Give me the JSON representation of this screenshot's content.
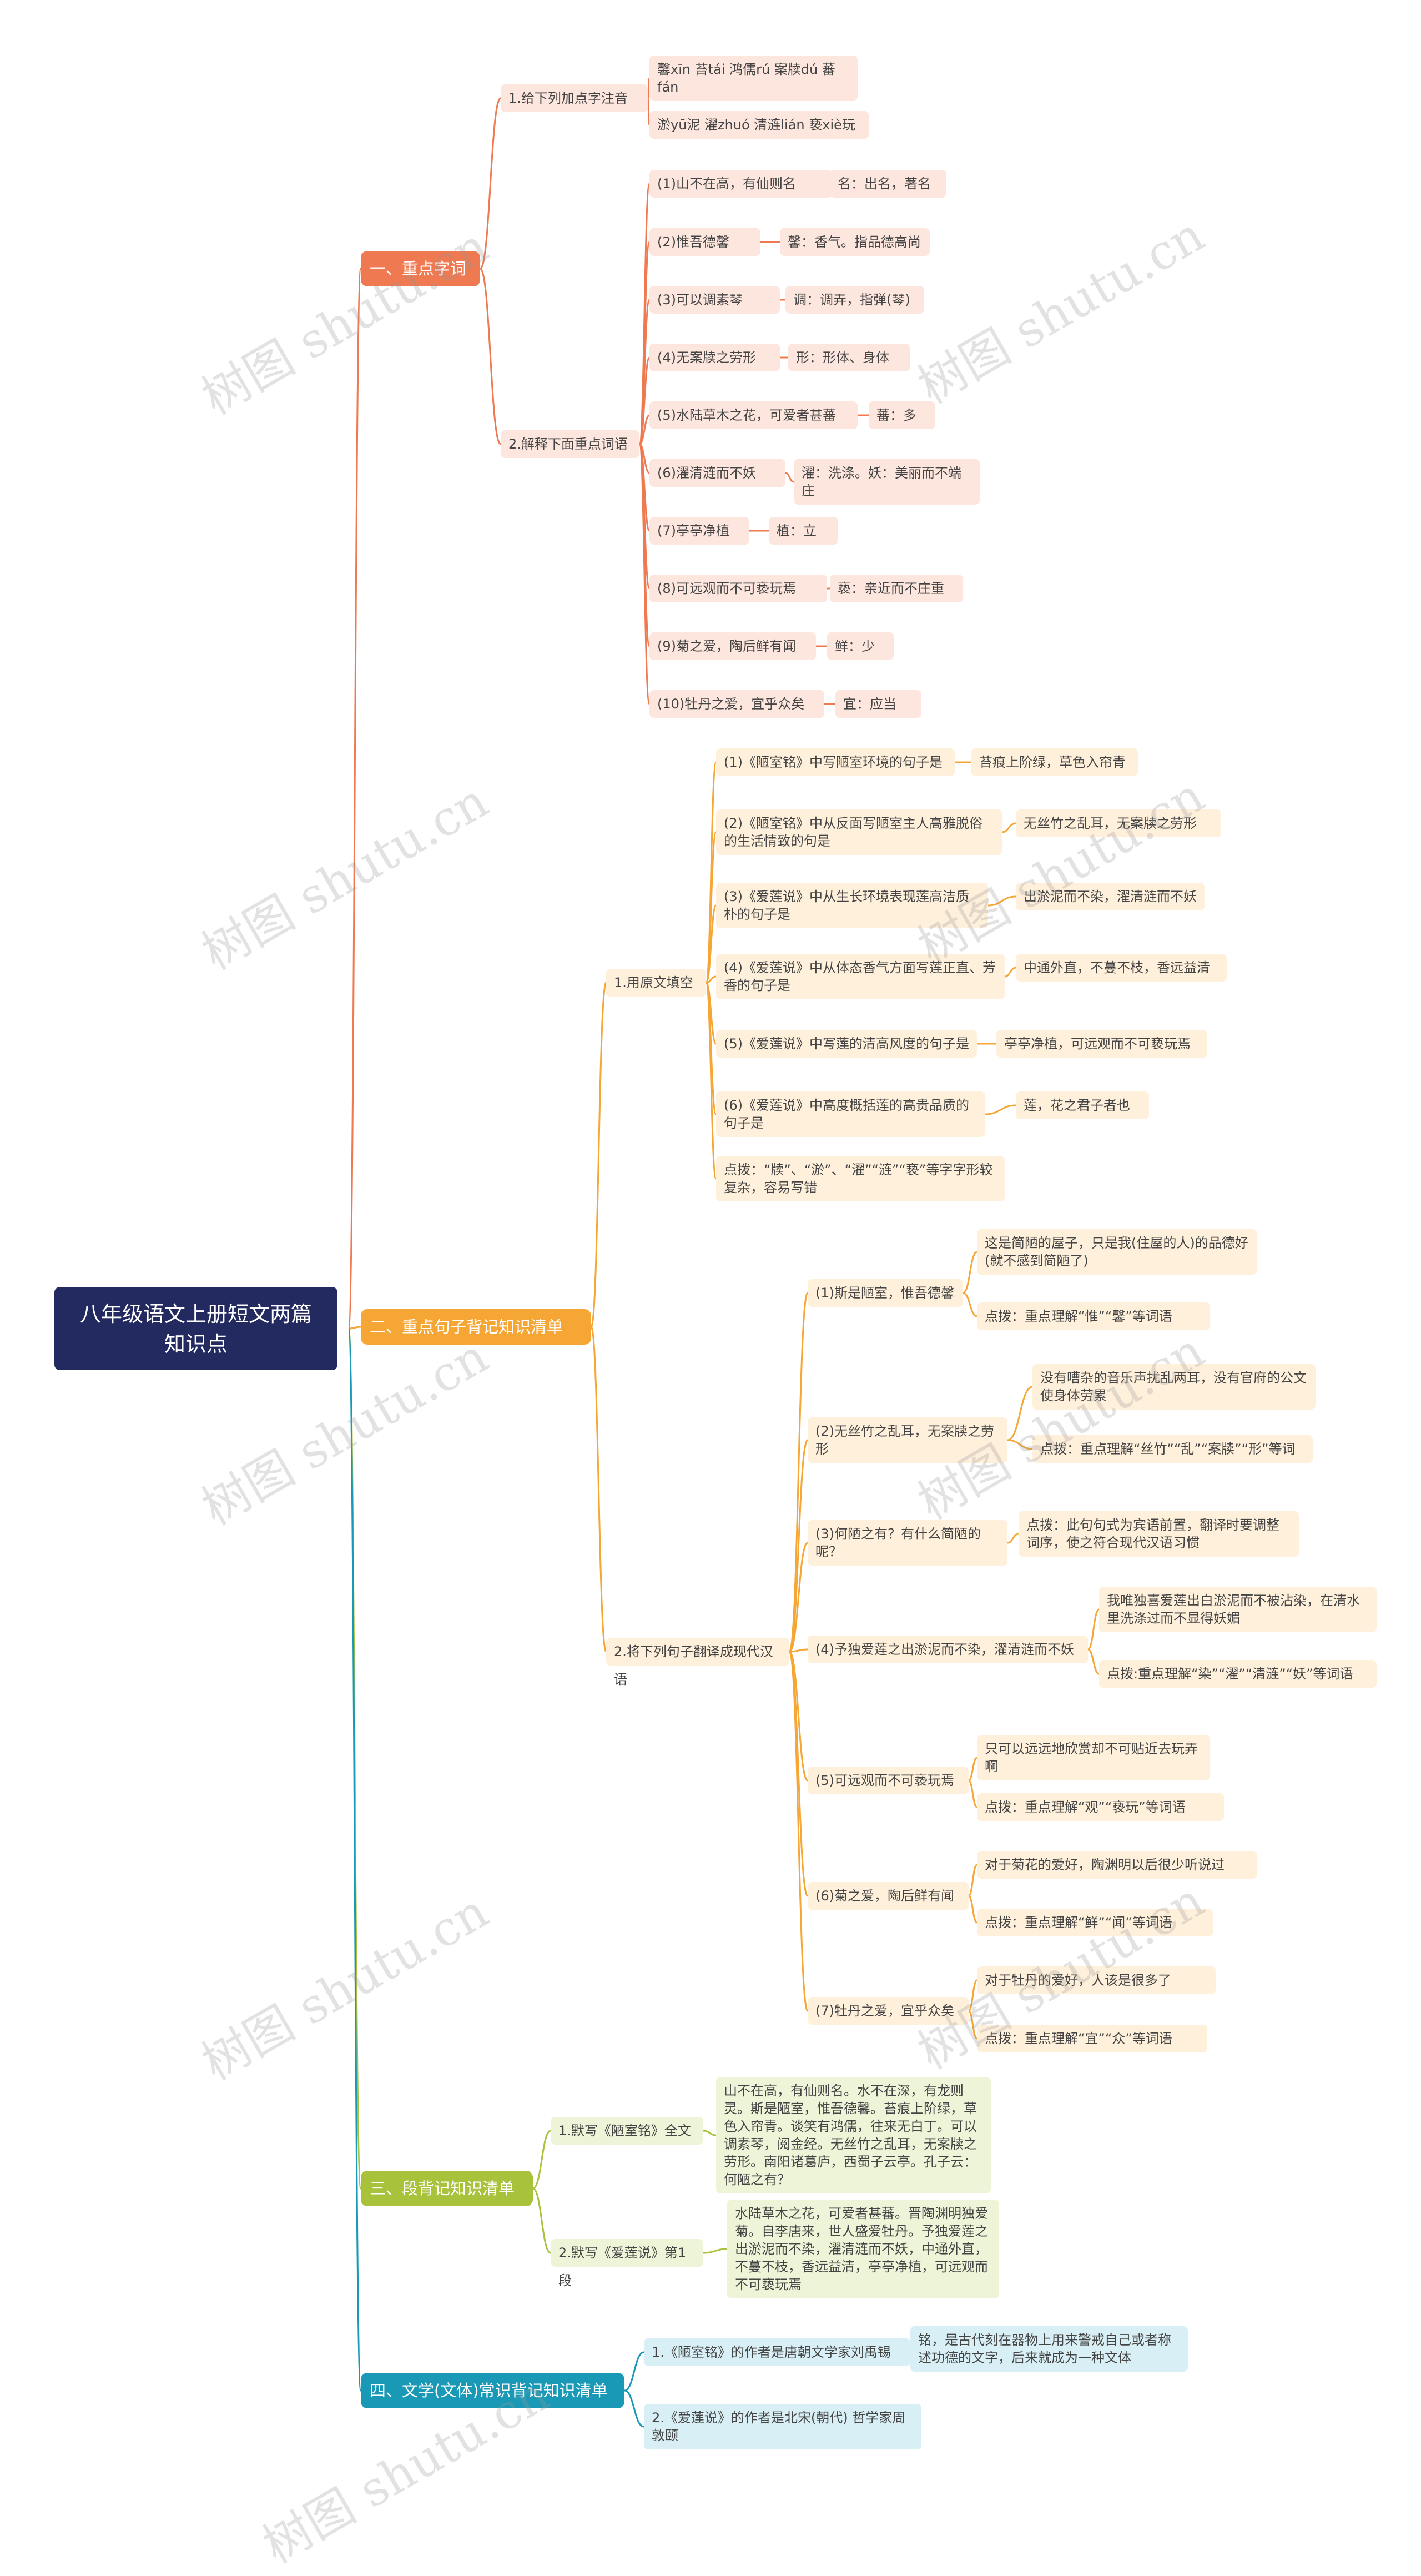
{
  "root": {
    "title": "八年级语文上册短文两篇知识点"
  },
  "sections": [
    {
      "label": "一、重点字词",
      "color": "#ef7950",
      "soft": "#fde6de",
      "groups": [
        {
          "label": "1.给下列加点字注音",
          "items": [
            {
              "text": "馨xīn  苔tái  鸿儒rú  案牍dú  蕃fán"
            },
            {
              "text": "淤yū泥  濯zhuó  清涟lián  亵xiè玩"
            }
          ]
        },
        {
          "label": "2.解释下面重点词语",
          "items": [
            {
              "text": "(1)山不在高，有仙则名",
              "note": "名：出名，著名"
            },
            {
              "text": "(2)惟吾德馨",
              "note": "馨：香气。指品德高尚"
            },
            {
              "text": "(3)可以调素琴",
              "note": "调：调弄，指弹(琴)"
            },
            {
              "text": "(4)无案牍之劳形",
              "note": "形：形体、身体"
            },
            {
              "text": "(5)水陆草木之花，可爱者甚蕃",
              "note": "蕃：多"
            },
            {
              "text": "(6)濯清涟而不妖",
              "note": "濯：洗涤。妖：美丽而不端庄"
            },
            {
              "text": "(7)亭亭净植",
              "note": "植：立"
            },
            {
              "text": "(8)可远观而不可亵玩焉",
              "note": "亵：亲近而不庄重"
            },
            {
              "text": "(9)菊之爱，陶后鲜有闻",
              "note": "鲜：少"
            },
            {
              "text": "(10)牡丹之爱，宜乎众矣",
              "note": "宜：应当"
            }
          ]
        }
      ]
    },
    {
      "label": "二、重点句子背记知识清单",
      "color": "#f6a634",
      "soft": "#fff0db",
      "groups": [
        {
          "label": "1.用原文填空",
          "items": [
            {
              "text": "(1)《陋室铭》中写陋室环境的句子是",
              "note": "苔痕上阶绿，草色入帘青"
            },
            {
              "text": "(2)《陋室铭》中从反面写陋室主人高雅脱俗的生活情致的句是",
              "note": "无丝竹之乱耳，无案牍之劳形"
            },
            {
              "text": "(3)《爱莲说》中从生长环境表现莲高洁质朴的句子是",
              "note": "出淤泥而不染，濯清涟而不妖"
            },
            {
              "text": "(4)《爱莲说》中从体态香气方面写莲正直、芳香的句子是",
              "note": "中通外直，不蔓不枝，香远益清"
            },
            {
              "text": "(5)《爱莲说》中写莲的清高风度的句子是",
              "note": "亭亭净植，可远观而不可亵玩焉"
            },
            {
              "text": "(6)《爱莲说》中高度概括莲的高贵品质的句子是",
              "note": "莲，花之君子者也"
            },
            {
              "text": "点拨：“牍”、“淤”、“濯”“涟”“亵”等字字形较复杂，容易写错"
            }
          ]
        },
        {
          "label": "2.将下列句子翻译成现代汉语",
          "items": [
            {
              "text": "(1)斯是陋室，惟吾德馨",
              "subs": [
                "这是简陋的屋子，只是我(住屋的人)的品德好(就不感到简陋了)",
                "点拨：重点理解“惟”“馨”等词语"
              ]
            },
            {
              "text": "(2)无丝竹之乱耳，无案牍之劳形",
              "subs": [
                "没有嘈杂的音乐声扰乱两耳，没有官府的公文使身体劳累",
                "点拨：重点理解“丝竹”“乱”“案牍”“形”等词"
              ]
            },
            {
              "text": "(3)何陋之有？有什么简陋的呢？",
              "subs": [
                "点拨：此句句式为宾语前置，翻译时要调整词序，使之符合现代汉语习惯"
              ]
            },
            {
              "text": "(4)予独爱莲之出淤泥而不染，濯清涟而不妖",
              "subs": [
                "我唯独喜爱莲出白淤泥而不被沾染，在清水里洗涤过而不显得妖媚",
                "点拨:重点理解“染”“濯”“清涟”“妖”等词语"
              ]
            },
            {
              "text": "(5)可远观而不可亵玩焉",
              "subs": [
                "只可以远远地欣赏却不可贴近去玩弄啊",
                "点拨：重点理解“观”“亵玩”等词语"
              ]
            },
            {
              "text": "(6)菊之爱，陶后鲜有闻",
              "subs": [
                "对于菊花的爱好，陶渊明以后很少听说过",
                "点拨：重点理解“鲜”“闻”等词语"
              ]
            },
            {
              "text": "(7)牡丹之爱，宜乎众矣",
              "subs": [
                "对于牡丹的爱好，人该是很多了",
                "点拨：重点理解“宜”“众”等词语"
              ]
            }
          ]
        }
      ]
    },
    {
      "label": "三、段背记知识清单",
      "color": "#a8c23c",
      "soft": "#eef4d8",
      "groups": [
        {
          "label": "1.默写《陋室铭》全文",
          "items": [
            {
              "text": "山不在高，有仙则名。水不在深，有龙则灵。斯是陋室，惟吾德馨。苔痕上阶绿，草色入帘青。谈笑有鸿儒，往来无白丁。可以调素琴，阅金经。无丝竹之乱耳，无案牍之劳形。南阳诸葛庐，西蜀子云亭。孔子云：何陋之有？"
            }
          ]
        },
        {
          "label": "2.默写《爱莲说》第1段",
          "items": [
            {
              "text": "水陆草木之花，可爱者甚蕃。晋陶渊明独爱菊。自李唐来，世人盛爱牡丹。予独爱莲之出淤泥而不染，濯清涟而不妖，中通外直，不蔓不枝，香远益清，亭亭净植，可远观而不可亵玩焉"
            }
          ]
        }
      ]
    },
    {
      "label": "四、文学(文体)常识背记知识清单",
      "color": "#1999b5",
      "soft": "#d8eff5",
      "groups": [
        {
          "label": "1.《陋室铭》的作者是唐朝文学家刘禹锡",
          "items": [
            {
              "text": "铭，是古代刻在器物上用来警戒自己或者称述功德的文字，后来就成为一种文体"
            }
          ]
        },
        {
          "label": "2.《爱莲说》的作者是北宋(朝代) 哲学家周敦颐",
          "items": []
        }
      ]
    }
  ],
  "watermark": {
    "text": "树图 shutu.cn"
  }
}
